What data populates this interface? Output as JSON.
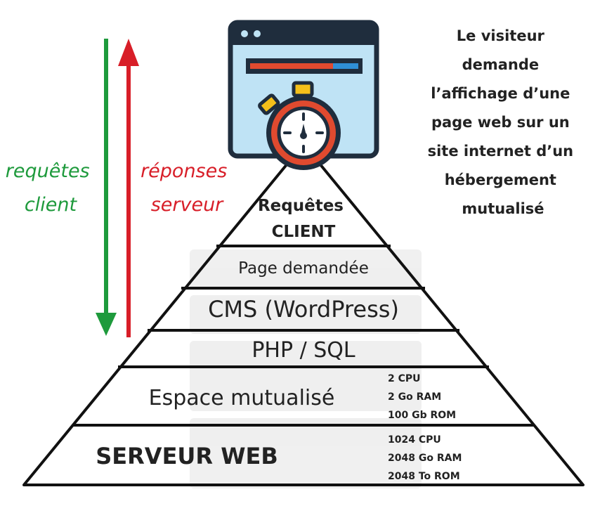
{
  "left_labels": {
    "requests": [
      "requêtes",
      "client"
    ],
    "responses": [
      "réponses",
      "serveur"
    ]
  },
  "description": [
    "Le visiteur",
    "demande",
    "l’affichage d’une",
    "page web sur un",
    "site internet d’un",
    "hébergement",
    "mutualisé"
  ],
  "pyramid": {
    "levels": [
      {
        "label_lines": [
          "Requêtes",
          "CLIENT"
        ]
      },
      {
        "label_lines": [
          "Page demandée"
        ]
      },
      {
        "label_lines": [
          "CMS (WordPress)"
        ]
      },
      {
        "label_lines": [
          "PHP / SQL"
        ]
      },
      {
        "label_lines": [
          "Espace mutualisé"
        ],
        "specs": [
          "2 CPU",
          "2 Go RAM",
          "100 Gb ROM"
        ]
      },
      {
        "label_lines": [
          "SERVEUR WEB"
        ],
        "specs": [
          "1024 CPU",
          "2048 Go RAM",
          "2048 To ROM"
        ]
      }
    ]
  },
  "colors": {
    "client_arrow": "#1e9a3c",
    "server_arrow": "#d81e28",
    "browser_fill": "#bfe3f5",
    "browser_bar": "#1f2d3d",
    "progress_red": "#e04a2f",
    "progress_blue": "#2f8fd6",
    "stopwatch_red": "#e04a2f",
    "stopwatch_yellow": "#f5c01a"
  }
}
